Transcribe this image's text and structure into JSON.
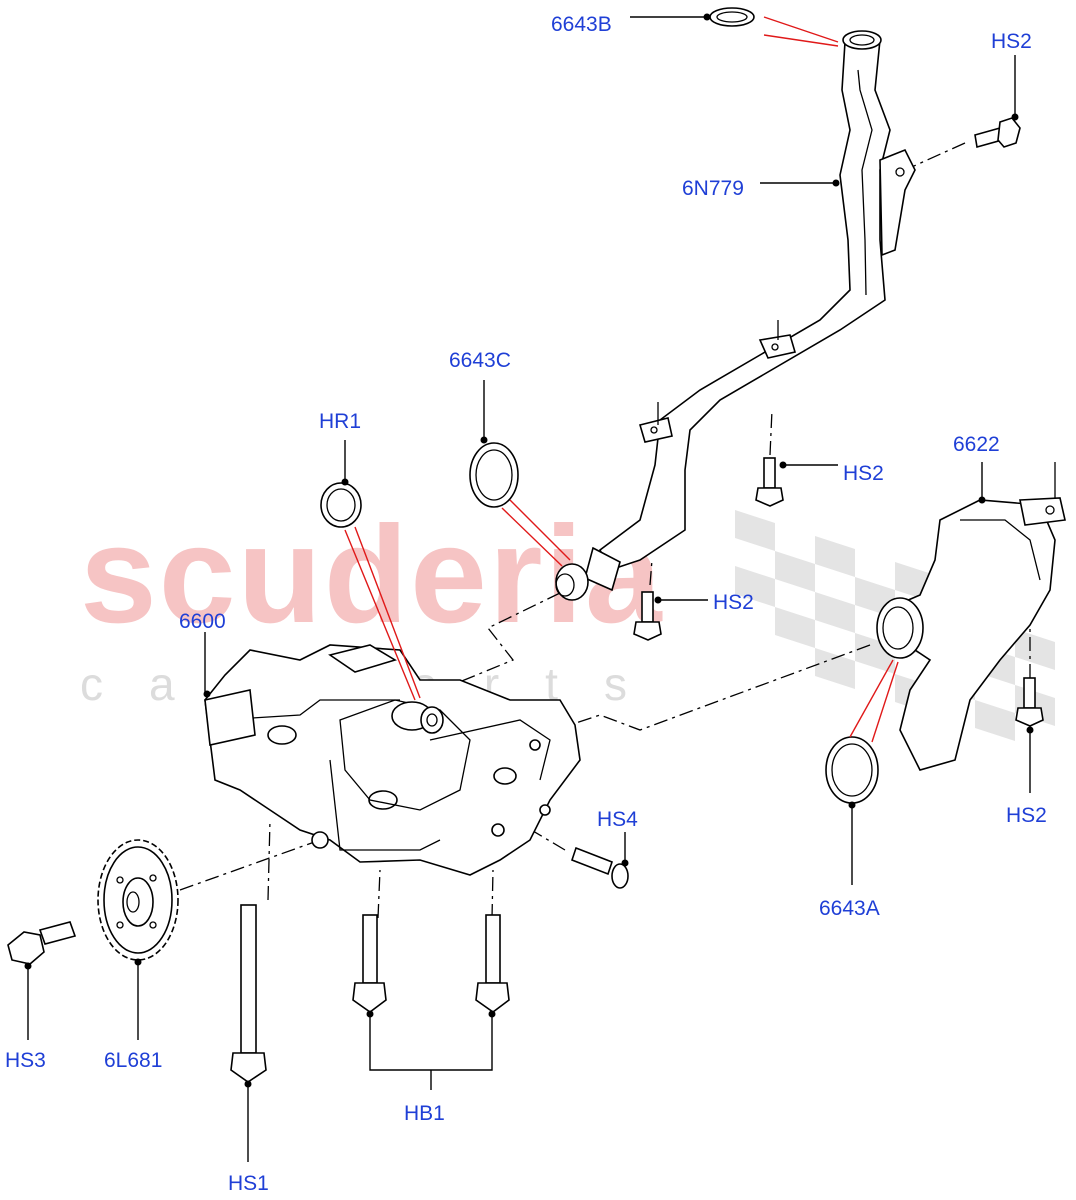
{
  "watermark": {
    "main": "scuderia",
    "sub": "car parts",
    "color_main": "#f6c4c4",
    "color_sub": "#dcdcdc"
  },
  "label_color": "#1f3fd6",
  "callouts": {
    "c6643B": "6643B",
    "hs2_top": "HS2",
    "c6N779": "6N779",
    "c6643C": "6643C",
    "hr1": "HR1",
    "hs2_mid": "HS2",
    "c6622": "6622",
    "c6600": "6600",
    "hs2_lower": "HS2",
    "hs4": "HS4",
    "hs2_right": "HS2",
    "c6643A": "6643A",
    "hs3": "HS3",
    "c6L681": "6L681",
    "hb1": "HB1",
    "hs1": "HS1"
  },
  "icons": [
    "oil-pump-icon",
    "pickup-tube-icon",
    "strainer-icon",
    "o-ring-icon",
    "bolt-icon",
    "sprocket-icon"
  ]
}
